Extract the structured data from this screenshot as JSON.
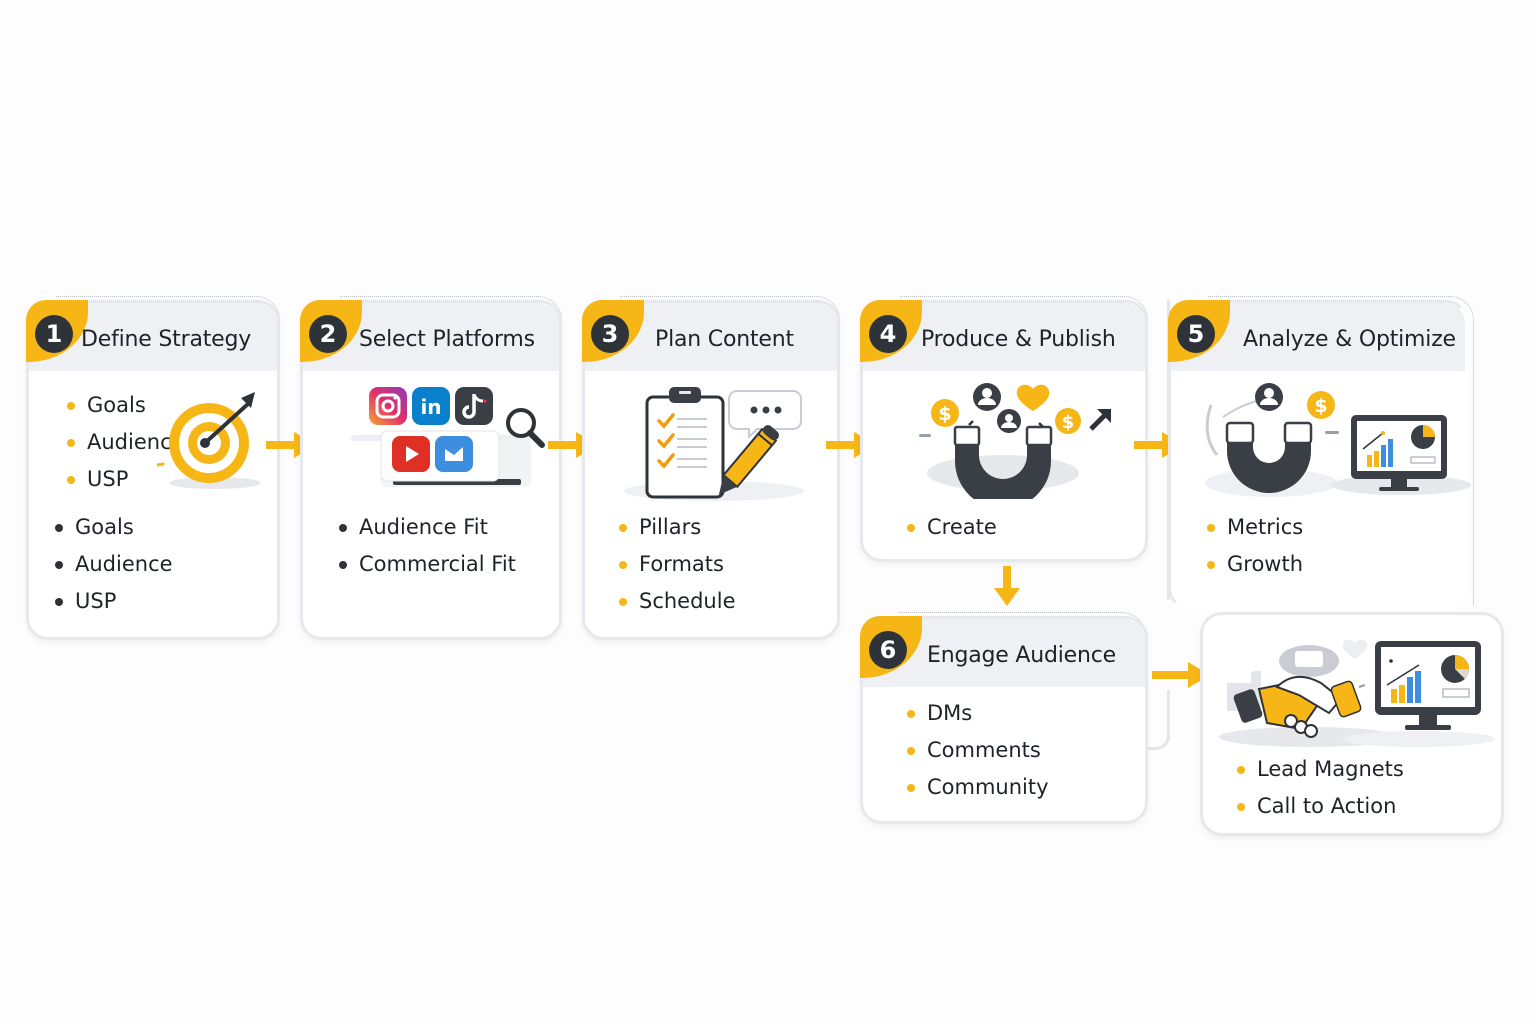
{
  "colors": {
    "accent": "#f6b716",
    "dark": "#2e3339",
    "header_bg": "#eef0f3",
    "card_border": "#e6e8ec",
    "text": "#1f2328"
  },
  "steps": [
    {
      "number": "1",
      "title": "Define Strategy",
      "icon": "target-icon",
      "primary_bullets": [
        "Goals",
        "Audience",
        "USP"
      ],
      "secondary_bullets": [
        "Goals",
        "Audience",
        "USP"
      ]
    },
    {
      "number": "2",
      "title": "Select Platforms",
      "icon": "social-platforms-icon",
      "platform_icons": [
        "instagram-icon",
        "linkedin-icon",
        "tiktok-icon",
        "youtube-icon",
        "twitter-icon",
        "magnifier-icon"
      ],
      "bullets": [
        "Audience Fit",
        "Commercial Fit"
      ]
    },
    {
      "number": "3",
      "title": "Plan Content",
      "icon": "clipboard-checklist-icon",
      "bullets": [
        "Pillars",
        "Formats",
        "Schedule"
      ]
    },
    {
      "number": "4",
      "title": "Produce & Publish",
      "icon": "magnet-attract-icon",
      "bullets": [
        "Create"
      ]
    },
    {
      "number": "5",
      "title": "Analyze & Optimize",
      "icon": "magnet-analytics-icon",
      "bullets": [
        "Metrics",
        "Growth"
      ]
    },
    {
      "number": "6",
      "title": "Engage Audience",
      "icon": "",
      "bullets": [
        "DMs",
        "Comments",
        "Community"
      ]
    },
    {
      "number": "",
      "title": "",
      "icon": "handshake-analytics-icon",
      "bullets": [
        "Lead Magnets",
        "Call to Action"
      ]
    }
  ],
  "flow": [
    {
      "from": "1",
      "to": "2",
      "direction": "right"
    },
    {
      "from": "2",
      "to": "3",
      "direction": "right"
    },
    {
      "from": "3",
      "to": "4",
      "direction": "right"
    },
    {
      "from": "4",
      "to": "5",
      "direction": "right"
    },
    {
      "from": "4",
      "to": "6",
      "direction": "down"
    },
    {
      "from": "6",
      "to": "convert",
      "direction": "right"
    }
  ]
}
